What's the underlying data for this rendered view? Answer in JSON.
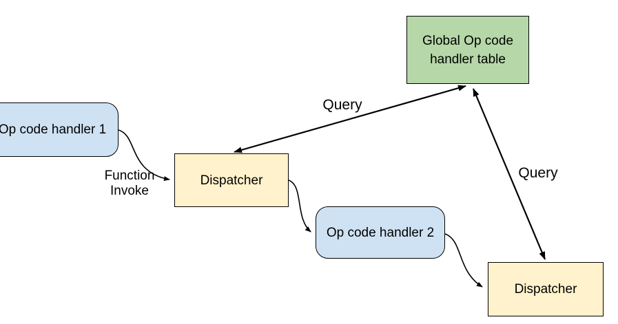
{
  "diagram": {
    "nodes": [
      {
        "id": "global-table",
        "label": "Global Op code handler table",
        "shape": "rect",
        "fill": "#b6d7a8"
      },
      {
        "id": "op-code-handler-1",
        "label": "Op code handler 1",
        "shape": "rounded",
        "fill": "#cfe2f3"
      },
      {
        "id": "dispatcher-1",
        "label": "Dispatcher",
        "shape": "rect",
        "fill": "#fff2cc"
      },
      {
        "id": "op-code-handler-2",
        "label": "Op code handler 2",
        "shape": "rounded",
        "fill": "#cfe2f3"
      },
      {
        "id": "dispatcher-2",
        "label": "Dispatcher",
        "shape": "rect",
        "fill": "#fff2cc"
      }
    ],
    "edges": [
      {
        "from": "dispatcher-1",
        "to": "global-table",
        "label": "Query",
        "type": "double-headed-straight"
      },
      {
        "from": "global-table",
        "to": "dispatcher-2",
        "label": "Query",
        "type": "double-headed-straight"
      },
      {
        "from": "op-code-handler-1",
        "to": "dispatcher-1",
        "label": "Function Invoke",
        "type": "curved-single-headed"
      },
      {
        "from": "dispatcher-1",
        "to": "op-code-handler-2",
        "label": "",
        "type": "curved-single-headed"
      },
      {
        "from": "op-code-handler-2",
        "to": "dispatcher-2",
        "label": "",
        "type": "curved-single-headed"
      }
    ],
    "colors": {
      "node_green": "#b6d7a8",
      "node_blue": "#cfe2f3",
      "node_yellow": "#fff2cc",
      "stroke": "#000000",
      "text": "#000000",
      "background": "#ffffff"
    }
  }
}
